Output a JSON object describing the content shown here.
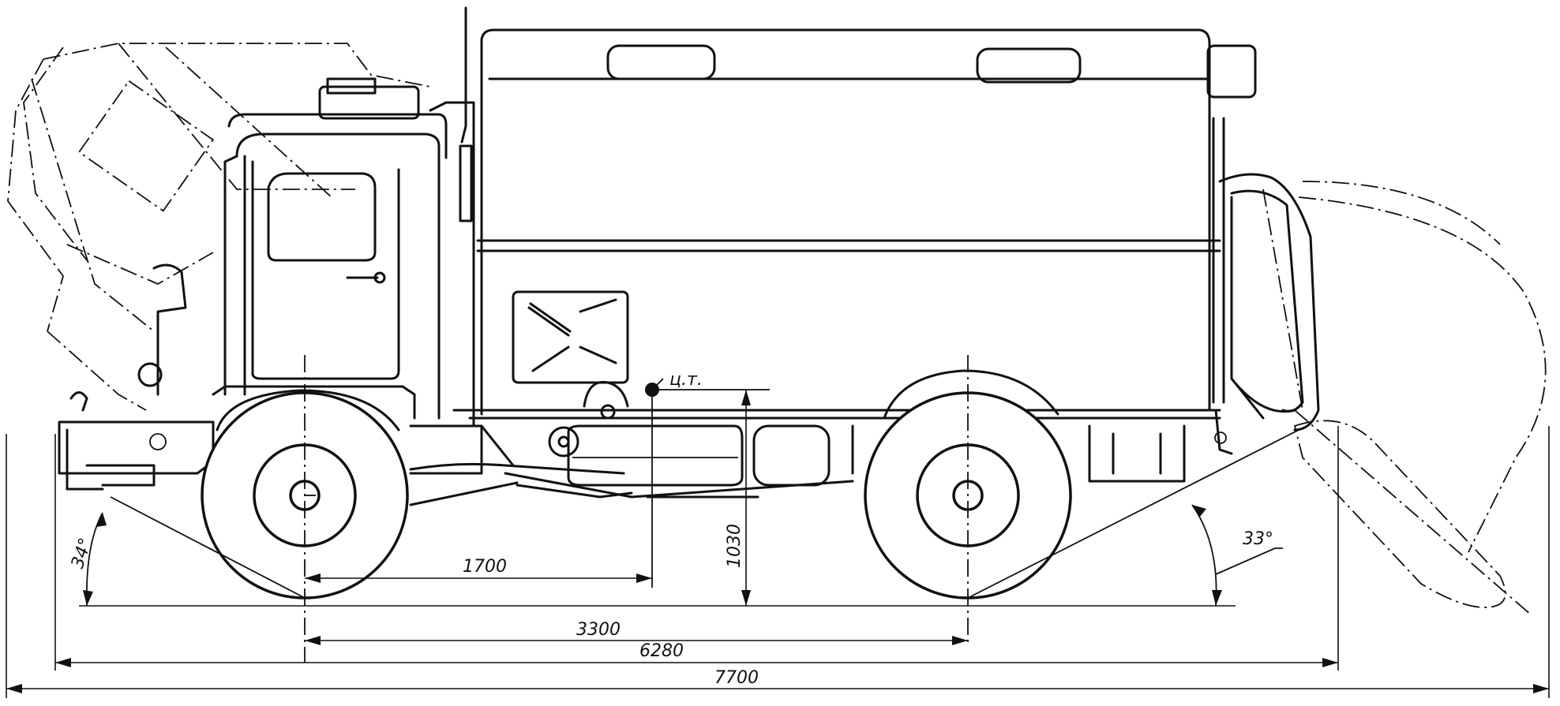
{
  "dimensions": {
    "overall_length": "7700",
    "body_length": "6280",
    "wheelbase": "3300",
    "cg_distance": "1700",
    "cg_height": "1030"
  },
  "angles": {
    "approach": "34°",
    "departure": "33°"
  },
  "markers": {
    "center_of_gravity": "ц.т."
  }
}
